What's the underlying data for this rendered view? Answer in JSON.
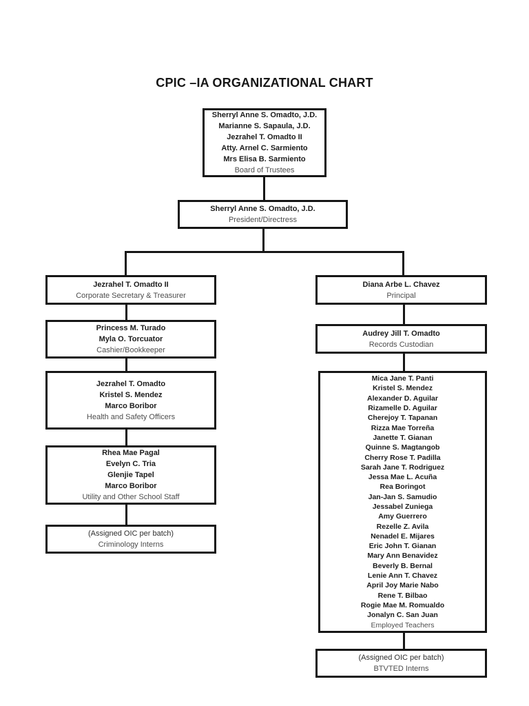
{
  "title": "CPIC –IA ORGANIZATIONAL CHART",
  "colors": {
    "background": "#ffffff",
    "line": "#161616",
    "name_text": "#1c1c1c",
    "role_text": "#4d4d4d"
  },
  "boxes": {
    "board_of_trustees": {
      "names": [
        "Sherryl Anne S. Omadto, J.D.",
        "Marianne S. Sapaula, J.D.",
        "Jezrahel T. Omadto II",
        "Atty. Arnel C. Sarmiento",
        "Mrs Elisa B. Sarmiento"
      ],
      "role": "Board of Trustees"
    },
    "president": {
      "names": [
        "Sherryl Anne S. Omadto, J.D."
      ],
      "role": "President/Directress"
    },
    "corporate_secretary": {
      "names": [
        "Jezrahel T. Omadto II"
      ],
      "role": "Corporate Secretary & Treasurer"
    },
    "cashier_bookkeeper": {
      "names": [
        "Princess M. Turado",
        "Myla O. Torcuator"
      ],
      "role": "Cashier/Bookkeeper"
    },
    "health_safety_officers": {
      "names": [
        "Jezrahel T. Omadto",
        "Kristel S. Mendez",
        "Marco Boribor"
      ],
      "role": "Health and Safety Officers"
    },
    "utility_staff": {
      "names": [
        "Rhea Mae Pagal",
        "Evelyn C. Tria",
        "Glenjie Tapel",
        "Marco Boribor"
      ],
      "role": "Utility and Other School Staff"
    },
    "criminology_interns": {
      "note": "(Assigned OIC per batch)",
      "role": "Criminology Interns"
    },
    "principal": {
      "names": [
        "Diana Arbe L. Chavez"
      ],
      "role": "Principal"
    },
    "records_custodian": {
      "names": [
        "Audrey Jill T. Omadto"
      ],
      "role": "Records Custodian"
    },
    "employed_teachers": {
      "names": [
        "Mica Jane T. Panti",
        "Kristel S. Mendez",
        "Alexander D. Aguilar",
        "Rizamelle D. Aguilar",
        "Cherejoy T. Tapanan",
        "Rizza Mae Torreña",
        "Janette T. Gianan",
        "Quinne S. Magtangob",
        "Cherry Rose T. Padilla",
        "Sarah Jane T. Rodriguez",
        "Jessa Mae L. Acuña",
        "Rea Boringot",
        "Jan-Jan S. Samudio",
        "Jessabel Zuniega",
        "Amy Guerrero",
        "Rezelle Z. Avila",
        "Nenadel E. Mijares",
        "Eric John T. Gianan",
        "Mary Ann Benavidez",
        "Beverly B. Bernal",
        "Lenie Ann T. Chavez",
        "April Joy Marie Nabo",
        "Rene T. Bilbao",
        "Rogie Mae M. Romualdo",
        "Jonalyn C. San Juan"
      ],
      "role": "Employed Teachers"
    },
    "btvted_interns": {
      "note": "(Assigned OIC per batch)",
      "role": "BTVTED Interns"
    }
  }
}
